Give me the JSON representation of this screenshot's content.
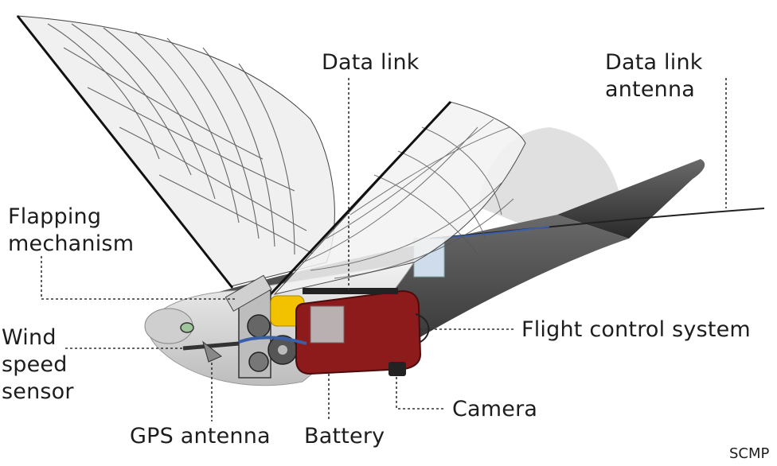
{
  "labels": {
    "data_link": "Data link",
    "data_link_antenna": "Data link antenna",
    "flapping_mechanism": "Flapping\nmechanism",
    "wind_speed_sensor": "Wind\nspeed\nsensor",
    "flight_control_system": "Flight control system",
    "camera": "Camera",
    "gps_antenna": "GPS antenna",
    "battery": "Battery"
  },
  "credit": "SCMP",
  "colors": {
    "body": "#3f3f3f",
    "body_light": "#d9d9d9",
    "flight_control_box": "#8e1b1b",
    "battery": "#f2c200",
    "wire": "#3a5fa8",
    "leader_line": "#333333"
  }
}
